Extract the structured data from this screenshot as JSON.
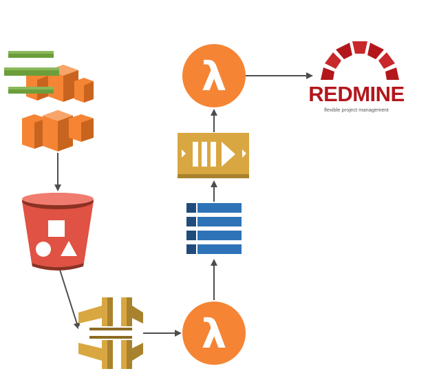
{
  "diagram": {
    "colors": {
      "arrow": "#4d4d4d",
      "lambda": "#f58534",
      "lambda_glyph": "#ffffff",
      "s3": "#e05243",
      "s3_dark": "#8c3123",
      "api_gateway": "#d9a741",
      "api_gateway_dark": "#8c6a22",
      "sqs": "#d9a741",
      "sqs_dark": "#a8822d",
      "kinesis": "#2e73b8",
      "kinesis_dark": "#1f4c7a",
      "swf_green": "#6b9e3a",
      "swf_orange": "#f58534",
      "redmine": "#b3171c"
    },
    "nodes": [
      {
        "id": "data-pipeline",
        "icon": "aws-data-pipeline-icon"
      },
      {
        "id": "s3",
        "icon": "aws-s3-bucket-icon"
      },
      {
        "id": "api-gateway",
        "icon": "aws-api-gateway-icon"
      },
      {
        "id": "lambda-bottom",
        "icon": "aws-lambda-icon"
      },
      {
        "id": "kinesis",
        "icon": "aws-kinesis-stream-icon"
      },
      {
        "id": "sqs",
        "icon": "aws-sqs-queue-icon"
      },
      {
        "id": "lambda-top",
        "icon": "aws-lambda-icon"
      },
      {
        "id": "redmine",
        "icon": "redmine-logo"
      }
    ],
    "edges": [
      {
        "from": "data-pipeline",
        "to": "s3"
      },
      {
        "from": "s3",
        "to": "api-gateway"
      },
      {
        "from": "api-gateway",
        "to": "lambda-bottom"
      },
      {
        "from": "lambda-bottom",
        "to": "kinesis"
      },
      {
        "from": "kinesis",
        "to": "sqs"
      },
      {
        "from": "sqs",
        "to": "lambda-top"
      },
      {
        "from": "lambda-top",
        "to": "redmine"
      }
    ],
    "lambda_symbol": "λ",
    "redmine_logo": {
      "title": "REDMINE",
      "subtitle": "flexible project management"
    }
  }
}
